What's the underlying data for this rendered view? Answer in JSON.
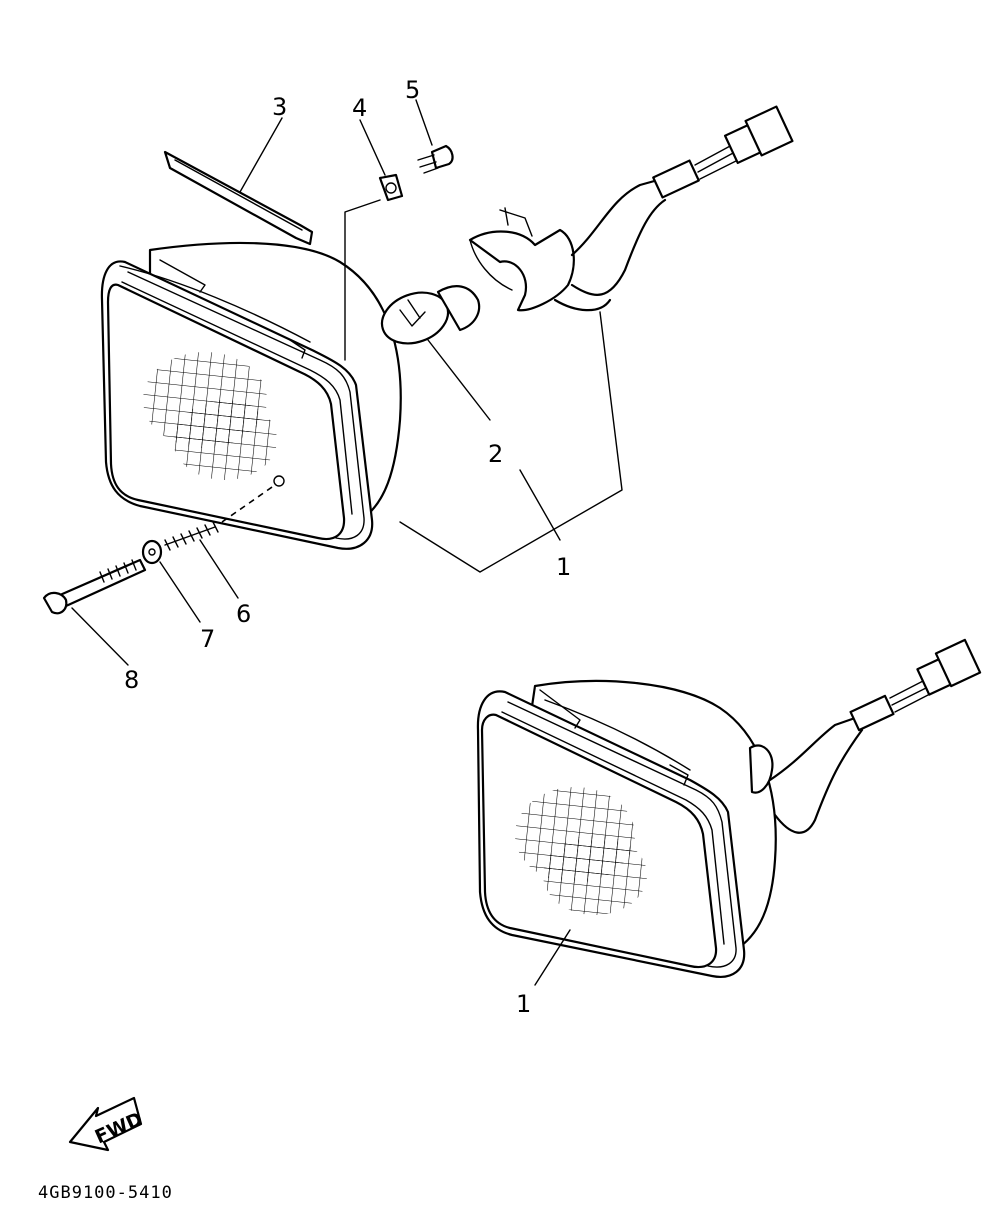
{
  "callouts": {
    "c1_upper": "1",
    "c1_lower": "1",
    "c2": "2",
    "c3": "3",
    "c4": "4",
    "c5": "5",
    "c6": "6",
    "c7": "7",
    "c8": "8"
  },
  "direction_arrow": {
    "label": "FWD",
    "icon": "fwd-arrow-icon"
  },
  "drawing_code": "4GB9100-5410"
}
